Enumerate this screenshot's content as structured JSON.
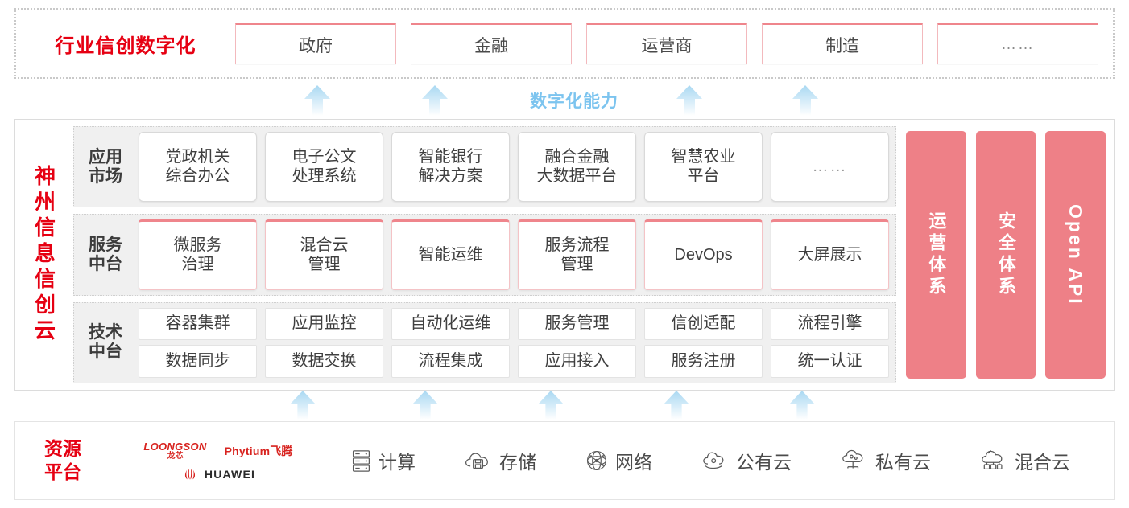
{
  "industry": {
    "title": "行业信创数字化",
    "cards": [
      {
        "label": "政府"
      },
      {
        "label": "金融"
      },
      {
        "label": "运营商"
      },
      {
        "label": "制造"
      },
      {
        "label": "……"
      }
    ]
  },
  "capability": {
    "label": "数字化能力",
    "arrow_count_top": 4,
    "arrow_count_bottom": 5,
    "arrow_color": "#bfe2f7"
  },
  "cloud": {
    "title": "神州信息信创云",
    "layers": [
      {
        "label": "应用市场",
        "cells": [
          {
            "label": "党政机关\n综合办公"
          },
          {
            "label": "电子公文\n处理系统"
          },
          {
            "label": "智能银行\n解决方案"
          },
          {
            "label": "融合金融\n大数据平台"
          },
          {
            "label": "智慧农业\n平台"
          },
          {
            "label": "……"
          }
        ]
      },
      {
        "label": "服务中台",
        "cells": [
          {
            "label": "微服务\n治理"
          },
          {
            "label": "混合云\n管理"
          },
          {
            "label": "智能运维"
          },
          {
            "label": "服务流程\n管理"
          },
          {
            "label": "DevOps"
          },
          {
            "label": "大屏展示"
          }
        ]
      },
      {
        "label": "技术中台",
        "rows": [
          [
            "容器集群",
            "应用监控",
            "自动化运维",
            "服务管理",
            "信创适配",
            "流程引擎"
          ],
          [
            "数据同步",
            "数据交换",
            "流程集成",
            "应用接入",
            "服务注册",
            "统一认证"
          ]
        ]
      }
    ],
    "side_panels": [
      {
        "label": "运营体系",
        "type": "vertical-cjk"
      },
      {
        "label": "安全体系",
        "type": "vertical-cjk"
      },
      {
        "label": "Open API",
        "type": "rotated-latin"
      }
    ],
    "panel_color": "#ee8087"
  },
  "resource": {
    "title": "资源\n平台",
    "vendors": [
      {
        "name": "LOONGSON",
        "cn": "龙芯"
      },
      {
        "name": "Phytium飞腾"
      },
      {
        "name": "HUAWEI"
      }
    ],
    "items": [
      {
        "label": "计算",
        "icon": "server-rack-icon"
      },
      {
        "label": "存储",
        "icon": "cloud-storage-icon"
      },
      {
        "label": "网络",
        "icon": "network-mesh-icon"
      },
      {
        "label": "公有云",
        "icon": "public-cloud-icon"
      },
      {
        "label": "私有云",
        "icon": "private-cloud-icon"
      },
      {
        "label": "混合云",
        "icon": "hybrid-cloud-icon"
      }
    ]
  },
  "colors": {
    "brand_red": "#e60012",
    "pink": "#ee8087",
    "pink_border": "#ef858c",
    "arrow_blue": "#bfe2f7",
    "capability_blue": "#7cc4ef"
  }
}
